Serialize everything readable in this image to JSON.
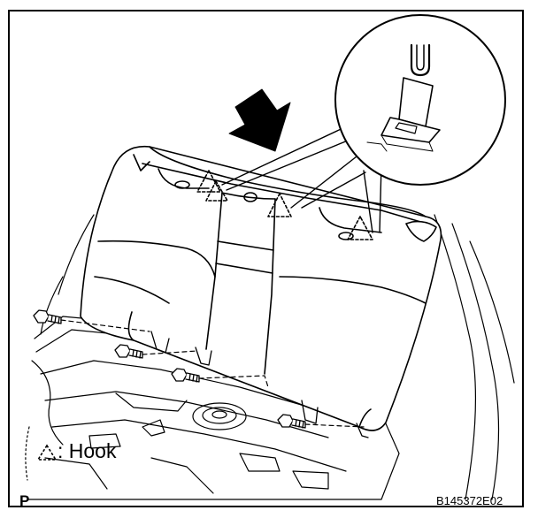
{
  "legend": {
    "icon": "dashed-triangle-icon",
    "text": ": Hook"
  },
  "view_marker": "P",
  "figure_code": "B145372E02",
  "colors": {
    "line": "#000000",
    "background": "#ffffff"
  }
}
